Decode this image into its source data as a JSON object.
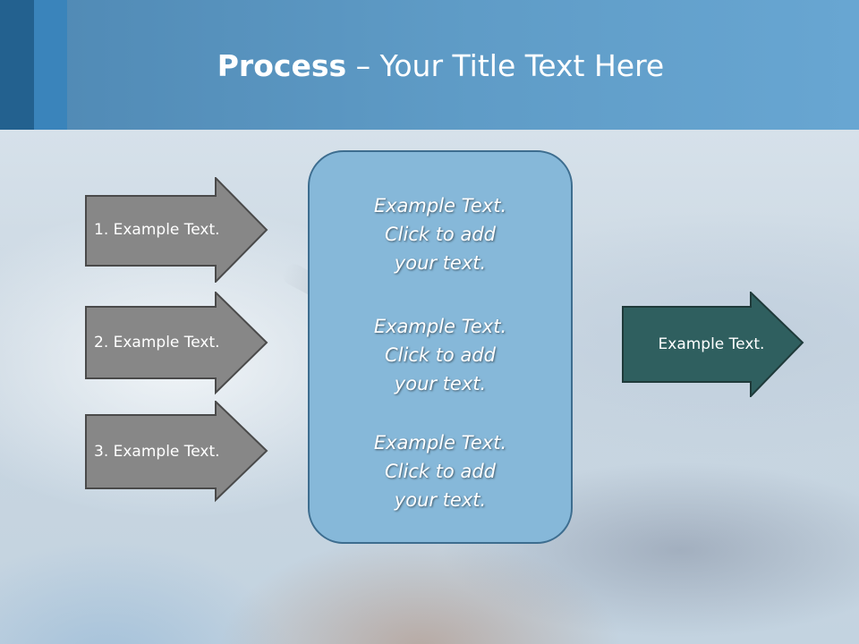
{
  "title": {
    "bold": "Process",
    "rest": " – Your Title Text Here"
  },
  "inputs": [
    {
      "label": "1. Example Text."
    },
    {
      "label": "2. Example Text."
    },
    {
      "label": "3. Example Text."
    }
  ],
  "center": {
    "items": [
      {
        "line1": "Example Text.",
        "line2": "Click  to add",
        "line3": "your text."
      },
      {
        "line1": "Example Text.",
        "line2": "Click  to add",
        "line3": "your text."
      },
      {
        "line1": "Example Text.",
        "line2": "Click  to add",
        "line3": "your text."
      }
    ]
  },
  "output": {
    "label": "Example Text."
  },
  "colors": {
    "header": "#5f9cc7",
    "header_strip_dark": "#23618f",
    "header_strip_mid": "#3a84bb",
    "input_arrow_fill": "#878787",
    "output_arrow_fill": "#2f5f5f",
    "center_box_fill": "#86b8d9",
    "center_box_border": "#3d6d8f"
  }
}
